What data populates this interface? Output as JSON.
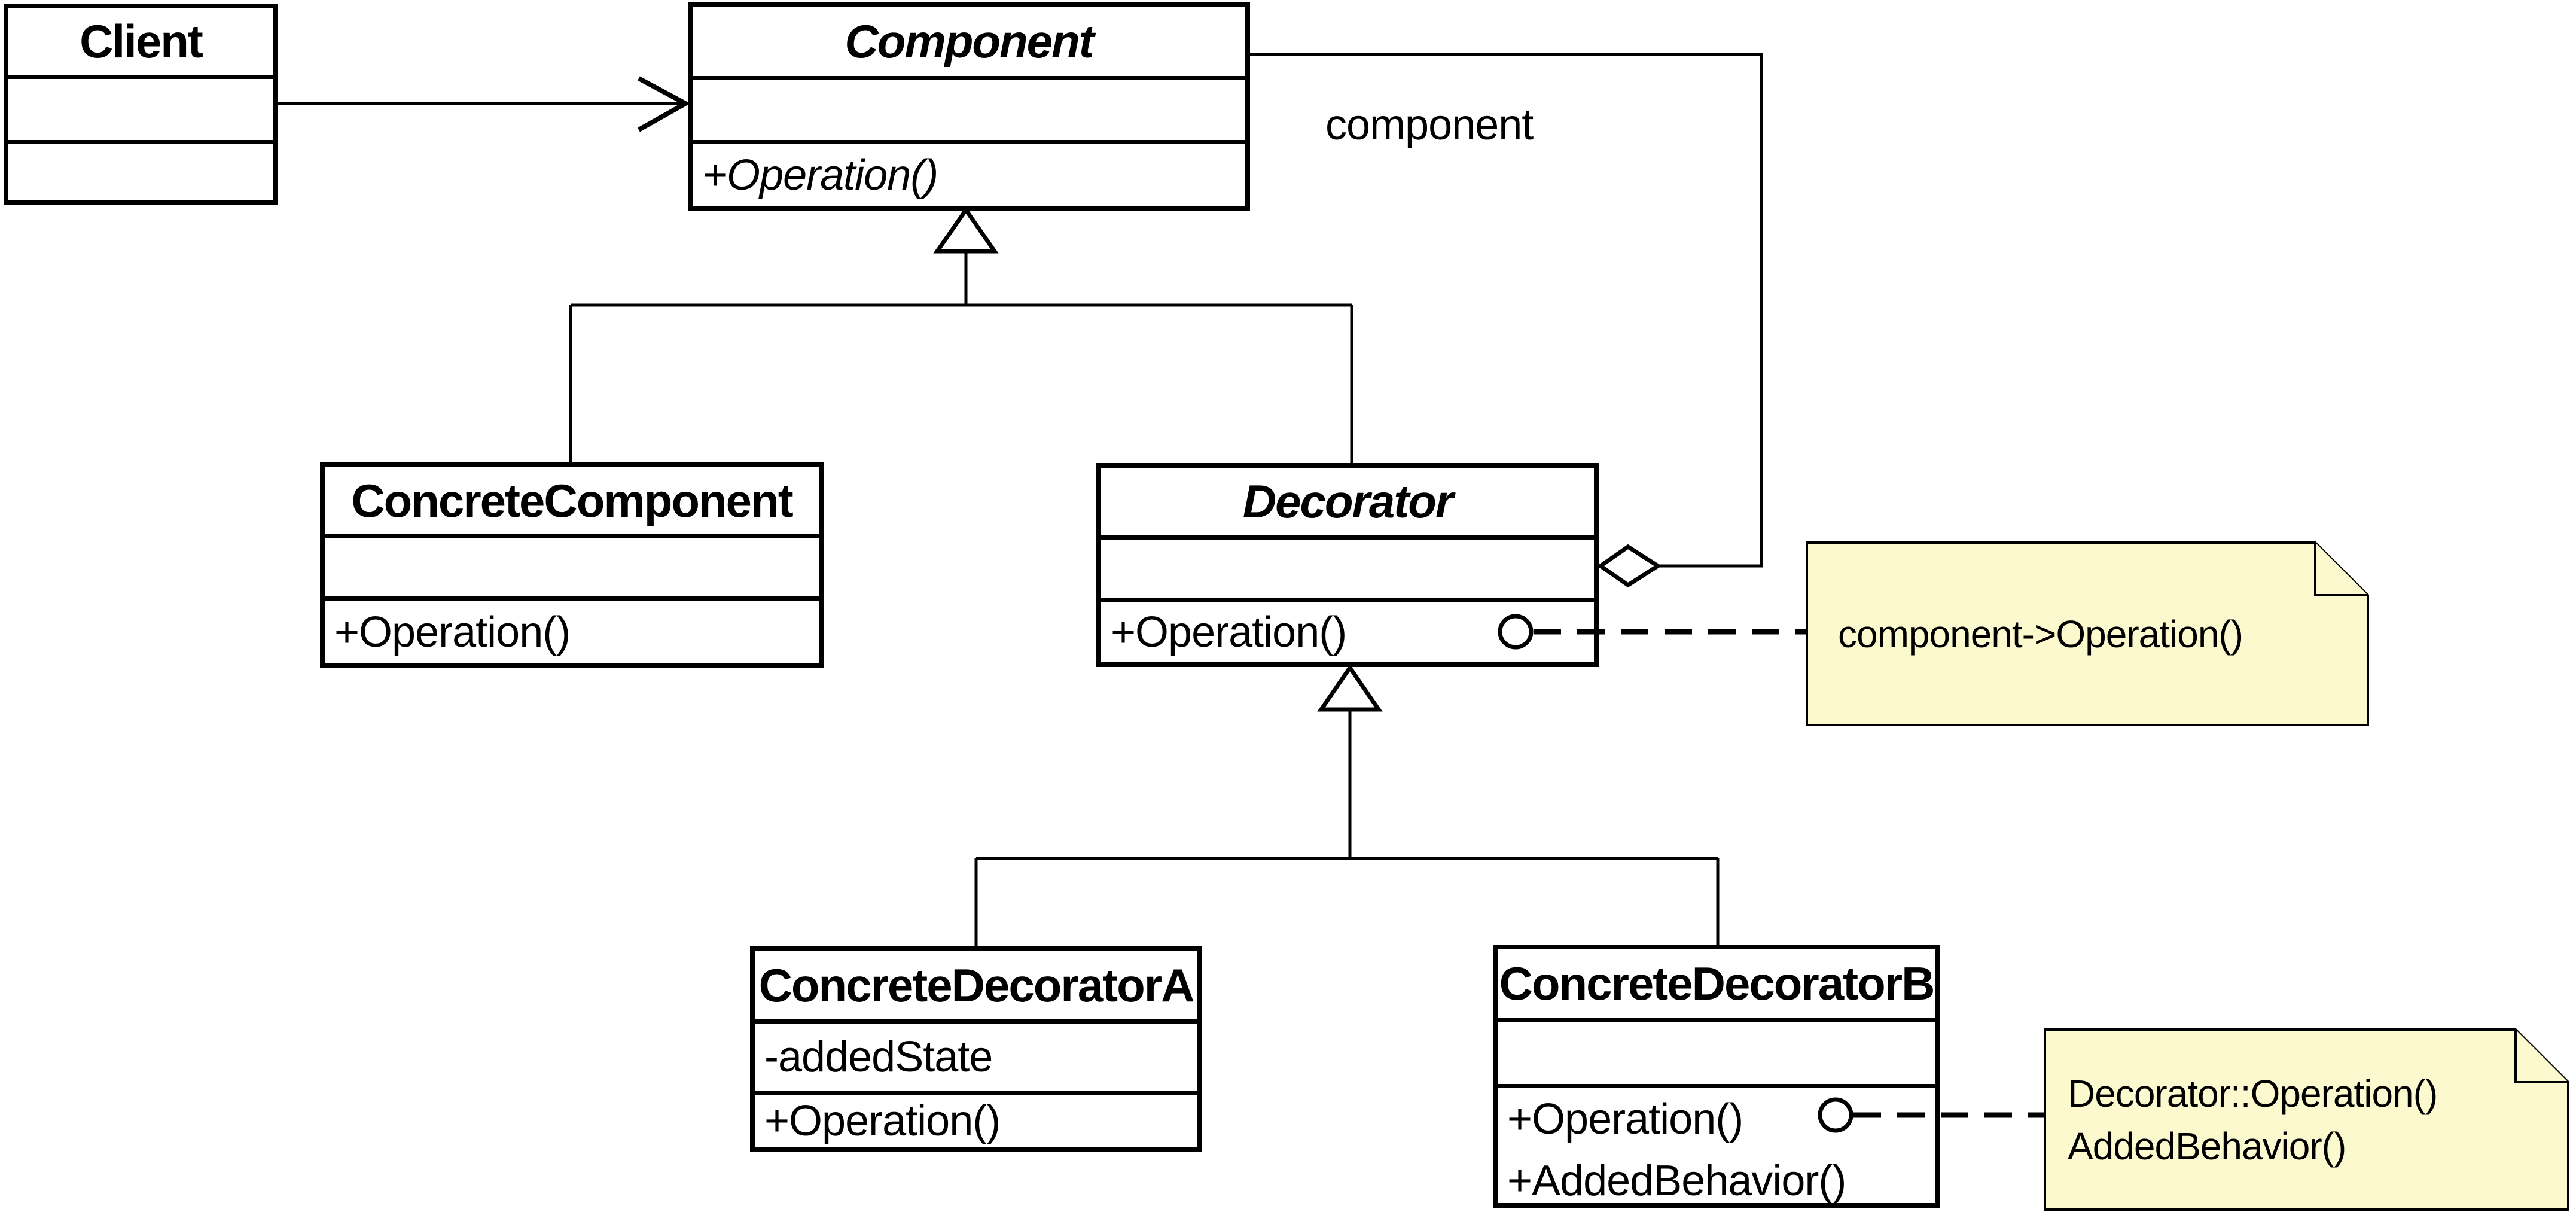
{
  "classes": {
    "client": {
      "title": "Client"
    },
    "component": {
      "title": "Component",
      "method_1": "+Operation()"
    },
    "concrete_component": {
      "title": "ConcreteComponent",
      "method_1": "+Operation()"
    },
    "decorator": {
      "title": "Decorator",
      "method_1": "+Operation()"
    },
    "concrete_decorator_a": {
      "title": "ConcreteDecoratorA",
      "attribute_1": "-addedState",
      "method_1": "+Operation()"
    },
    "concrete_decorator_b": {
      "title": "ConcreteDecoratorB",
      "method_1": "+Operation()",
      "method_2": "+AddedBehavior()"
    }
  },
  "labels": {
    "aggregation_role": "component"
  },
  "notes": {
    "decorator_operation_note": {
      "line_1": "component->Operation()"
    },
    "concrete_decorator_b_note": {
      "line_1": "Decorator::Operation()",
      "line_2": "AddedBehavior()"
    }
  },
  "icons": {
    "inheritance": "hollow-triangle-arrow",
    "aggregation": "hollow-diamond",
    "implementation_link": "lollipop-circle-dashed-line",
    "association": "open-arrowhead"
  },
  "colors": {
    "line": "#000000",
    "box_fill": "#ffffff",
    "note_fill": "#fbf9cd",
    "note_border": "#000000"
  }
}
